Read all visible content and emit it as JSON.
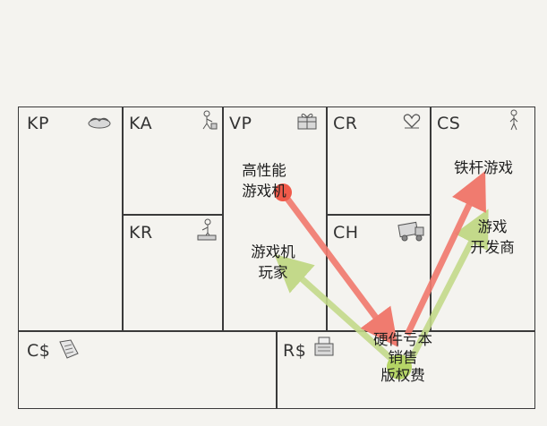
{
  "blocks": {
    "kp": {
      "code": "KP",
      "icon": "handshake-icon"
    },
    "ka": {
      "code": "KA",
      "icon": "worker-icon"
    },
    "kr": {
      "code": "KR",
      "icon": "resource-worker-icon"
    },
    "vp": {
      "code": "VP",
      "icon": "gift-icon"
    },
    "cr": {
      "code": "CR",
      "icon": "heart-icon"
    },
    "ch": {
      "code": "CH",
      "icon": "truck-icon"
    },
    "cs": {
      "code": "CS",
      "icon": "person-icon"
    },
    "cost": {
      "code": "C$",
      "icon": "price-tag-icon"
    },
    "rev": {
      "code": "R$",
      "icon": "cash-register-icon"
    }
  },
  "notes": {
    "vp_top_line1": "高性能",
    "vp_top_line2": "游戏机",
    "vp_bottom_line1": "游戏机",
    "vp_bottom_line2": "玩家",
    "cs_top": "铁杆游戏",
    "cs_bottom_line1": "游戏",
    "cs_bottom_line2": "开发商",
    "rev_line1": "硬件亏本",
    "rev_line2": "销售",
    "rev_line3": "版权费"
  },
  "colors": {
    "red_arrow": "#f07b6f",
    "red_dot": "#f05a4a",
    "green_arrow": "#c3d98a",
    "green_dot": "#b2d35f",
    "border": "#3a3a3a"
  }
}
